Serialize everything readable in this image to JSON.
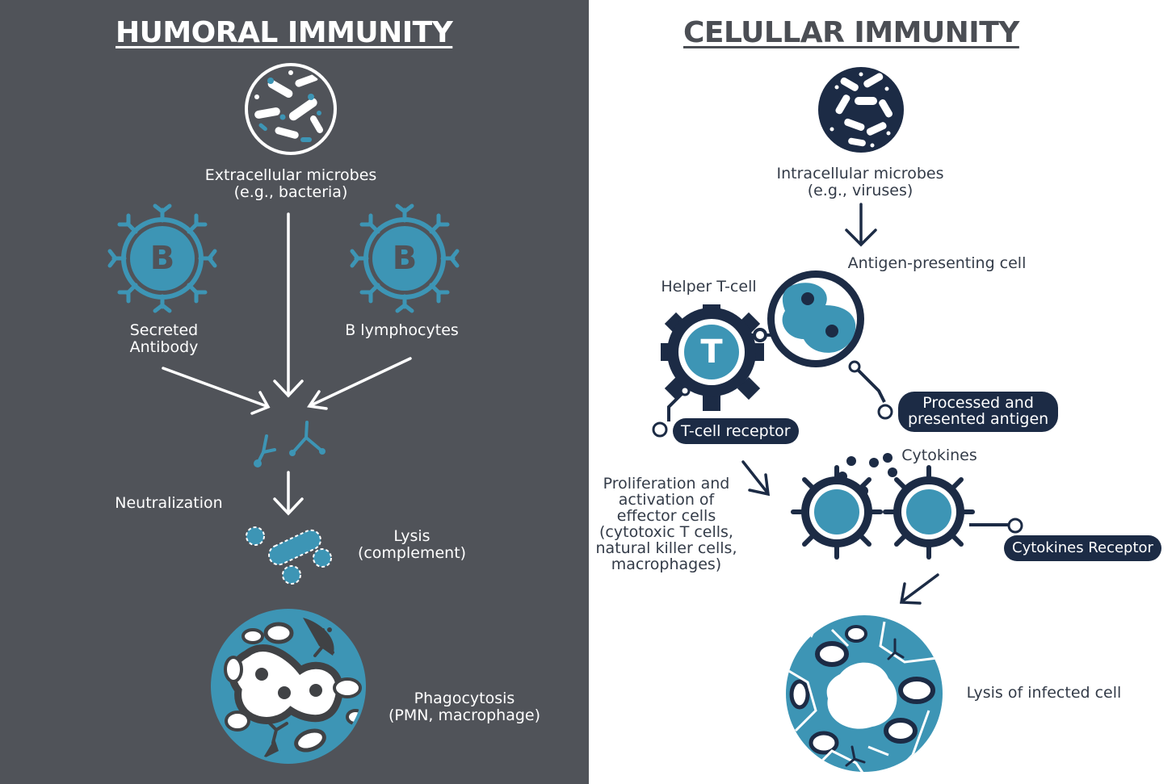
{
  "humoral": {
    "title": "HUMORAL IMMUNITY",
    "extracellular_line1": "Extracellular microbes",
    "extracellular_line2": "(e.g., bacteria)",
    "b_cell_letter": "B",
    "secreted_line1": "Secreted",
    "secreted_line2": "Antibody",
    "b_lymphocytes": "B lymphocytes",
    "neutralization": "Neutralization",
    "lysis_line1": "Lysis",
    "lysis_line2": "(complement)",
    "phago_line1": "Phagocytosis",
    "phago_line2": "(PMN, macrophage)"
  },
  "cellular": {
    "title": "CELULLAR IMMUNITY",
    "intracellular_line1": "Intracellular microbes",
    "intracellular_line2": "(e.g., viruses)",
    "apc": "Antigen-presenting cell",
    "helper": "Helper T-cell",
    "t_letter": "T",
    "tcr": "T-cell receptor",
    "processed_line1": "Processed and",
    "processed_line2": "presented antigen",
    "cytokines": "Cytokines",
    "prolif_lines": [
      "Proliferation and",
      "activation of",
      "effector cells",
      "(cytotoxic T cells,",
      "natural killer cells,",
      "macrophages)"
    ],
    "cyto_receptor": "Cytokines Receptor",
    "lysis_infected": "Lysis of infected cell"
  },
  "colors": {
    "dark_panel": "#505359",
    "light_panel": "#ffffff",
    "accent_blue": "#3d95b5",
    "navy": "#1c2b45",
    "white": "#ffffff"
  }
}
